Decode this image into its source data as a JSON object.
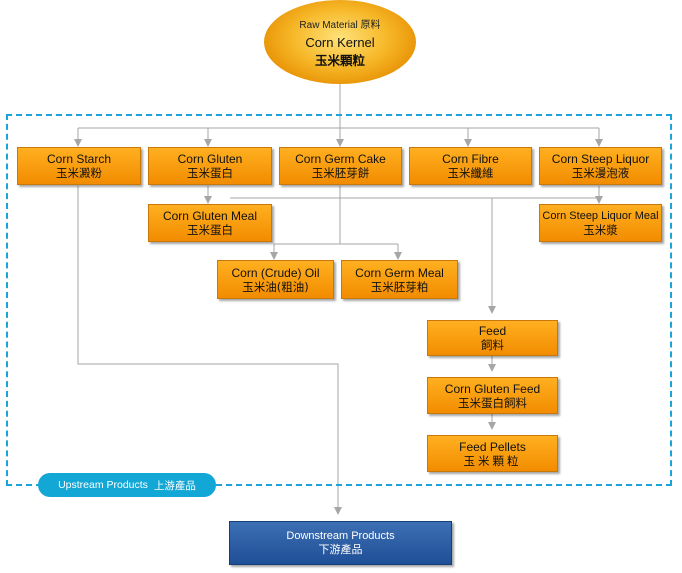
{
  "source": {
    "label_small": "Raw Material 原料",
    "label_en": "Corn Kernel",
    "label_zh": "玉米顆粒"
  },
  "nodes": [
    {
      "id": "corn-starch",
      "en": "Corn Starch",
      "zh": "玉米澱粉"
    },
    {
      "id": "corn-gluten",
      "en": "Corn Gluten",
      "zh": "玉米蛋白"
    },
    {
      "id": "corn-germ-cake",
      "en": "Corn Germ Cake",
      "zh": "玉米胚芽餅"
    },
    {
      "id": "corn-fibre",
      "en": "Corn Fibre",
      "zh": "玉米纖維"
    },
    {
      "id": "corn-steep-liquor",
      "en": "Corn Steep Liquor",
      "zh": "玉米漫泡液"
    },
    {
      "id": "corn-gluten-meal",
      "en": "Corn Gluten Meal",
      "zh": "玉米蛋白"
    },
    {
      "id": "corn-steep-liquor-meal",
      "en": "Corn Steep Liquor Meal",
      "zh": "玉米漿"
    },
    {
      "id": "corn-crude-oil",
      "en": "Corn (Crude) Oil",
      "zh": "玉米油(粗油)"
    },
    {
      "id": "corn-germ-meal",
      "en": "Corn Germ Meal",
      "zh": "玉米胚芽粕"
    },
    {
      "id": "feed",
      "en": "Feed",
      "zh": "飼料"
    },
    {
      "id": "corn-gluten-feed",
      "en": "Corn Gluten Feed",
      "zh": "玉米蛋白飼料"
    },
    {
      "id": "feed-pellets",
      "en": "Feed Pellets",
      "zh": "玉米顆粒"
    }
  ],
  "upstream_label": {
    "en": "Upstream Products",
    "zh": "上游產品"
  },
  "downstream": {
    "en": "Downstream Products",
    "zh": "下游產品"
  },
  "colors": {
    "box_fill": "#f7a21a",
    "box_border": "#c8780a",
    "dashed_border": "#1ba4d8",
    "pill": "#13a7d6",
    "downstream": "#2a5ba4",
    "wire": "#a6a6a6"
  }
}
